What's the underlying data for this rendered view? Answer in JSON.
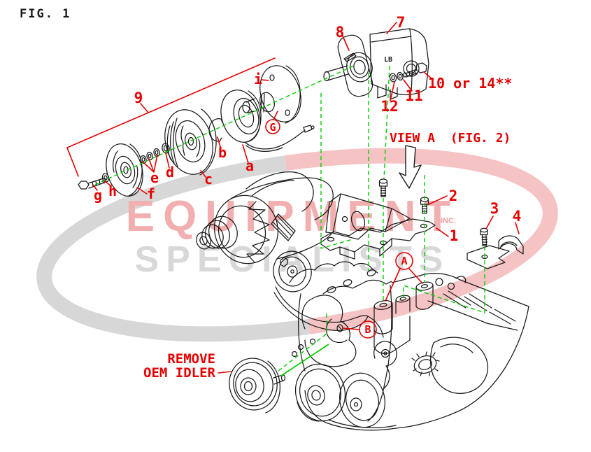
{
  "figure": {
    "title": "FIG. 1"
  },
  "watermark": {
    "word1": "EQUIPMENT",
    "word2": "SPECIALISTS",
    "word3": "INC.",
    "swoosh_gray": "#d0d0d0",
    "swoosh_pink": "#f3b9b9",
    "text_pink": "#f2afaf",
    "text_gray": "#d8d8d8"
  },
  "notes": {
    "view_a": "VIEW A  (FIG. 2)",
    "remove_line1": "REMOVE",
    "remove_line2": "OEM IDLER"
  },
  "markings": {
    "compressor_body": "LB"
  },
  "callouts": {
    "n1": "1",
    "n2": "2",
    "n3": "3",
    "n4": "4",
    "n7": "7",
    "n8": "8",
    "n9": "9",
    "n10": "10 or 14**",
    "n11": "11",
    "n12": "12",
    "la": "a",
    "lb": "b",
    "lc": "c",
    "ld": "d",
    "le": "e",
    "lf": "f",
    "lg": "g",
    "lh": "h",
    "li": "i",
    "rA": "A",
    "rB": "B",
    "rG": "G"
  },
  "colors": {
    "callout_red": "#e60000",
    "alignment_green": "#00cf00",
    "line_ink": "#1a1a1a",
    "background": "#ffffff"
  }
}
